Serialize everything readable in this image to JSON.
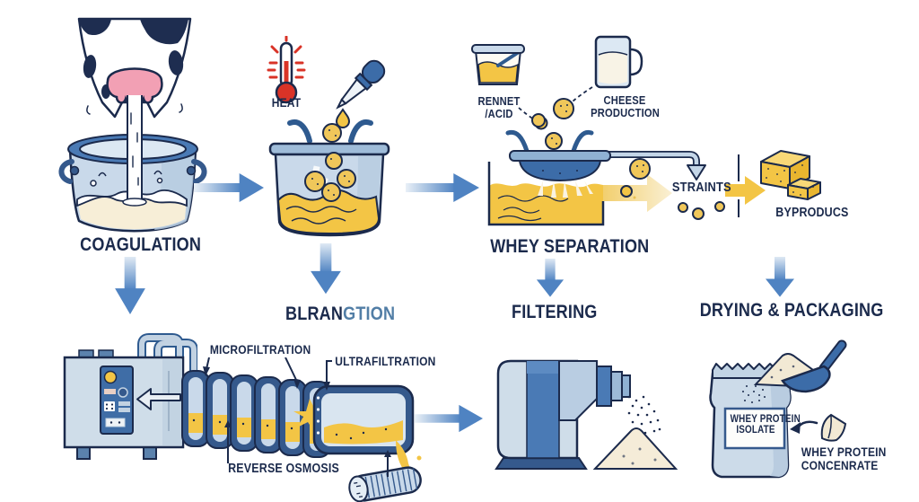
{
  "labels": {
    "coagulation": "COAGULATION",
    "heat": "HEAT",
    "blran": "BLRAN",
    "gtion": "GTION",
    "rennet1": "RENNET",
    "rennet2": "/ACID",
    "cheese1": "CHEESE",
    "cheese2": "PRODUCTION",
    "whey_separation": "WHEY SEPARATION",
    "straints": "STRAINTS",
    "byproducts": "BYPRODUCS",
    "filtering": "FILTERING",
    "drying_packaging": "DRYING & PACKAGING",
    "microfiltration": "MICROFILTRATION",
    "ultrafiltration": "ULTRAFILTRATION",
    "reverse_osmosis": "REVERSE OSMOSIS",
    "isolate1": "WHEY PROTEIN",
    "isolate2": "ISOLATE",
    "concentrate1": "WHEY PROTEIN",
    "concentrate2": "CONCENRATE"
  },
  "palette": {
    "navy": "#1b2a4c",
    "steel_blue": "#4f83c2",
    "light_blue": "#c9d9ea",
    "mid_blue": "#3c6ca8",
    "yellow": "#f3c545",
    "cream": "#f8efd8",
    "red": "#d93327",
    "pink": "#f2a0b4"
  },
  "icons": {
    "cow-udder-icon": "cow hide with pink udder pouring milk",
    "milk-bucket-icon": "blue pail of milk",
    "thermometer-icon": "red thermometer with heat rays",
    "dropper-icon": "pipette adding a yellow drop",
    "curd-pot-icon": "pot of yellow whey with curd balls",
    "rennet-beaker-icon": "beaker with stirring rod",
    "milk-jug-icon": "glass jug of milk",
    "strainer-icon": "sieve draining whey into tank",
    "cheese-blocks-icon": "two yellow cheese blocks",
    "control-unit-icon": "filtration control cabinet",
    "membrane-stack-icon": "stacked filter frames with whey",
    "filter-cartridge-icon": "corrugated membrane roll",
    "spray-dryer-icon": "drying machine spraying powder",
    "powder-pile-icon": "heap of whey powder",
    "protein-bag-icon": "resealable pouch of whey protein",
    "scoop-icon": "scoop of powder",
    "cheese-wedge-icon": "wedge of concentrate"
  }
}
